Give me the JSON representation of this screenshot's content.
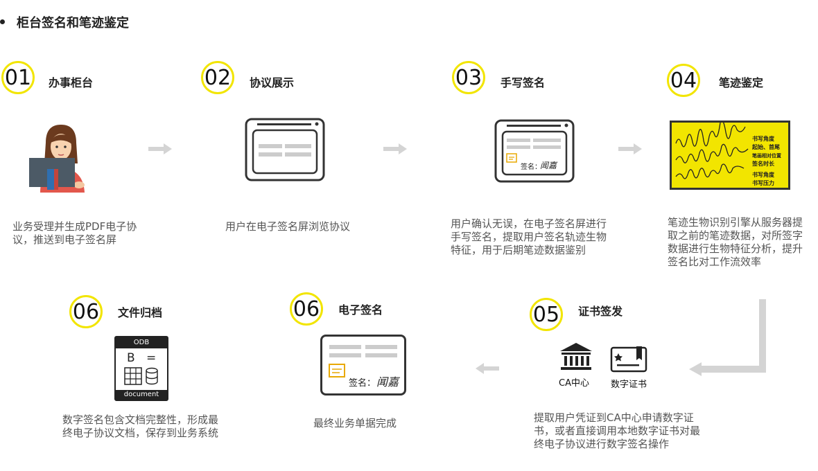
{
  "page_title": "柜台签名和笔迹鉴定",
  "steps": [
    {
      "num": "01",
      "title": "办事柜台",
      "desc": "业务受理并生成PDF电子协\n议，推送到电子签名屏"
    },
    {
      "num": "02",
      "title": "协议展示",
      "desc": "用户在电子签名屏浏览协议"
    },
    {
      "num": "03",
      "title": "手写签名",
      "desc": "用户确认无误，在电子签名屏进行\n手写签名，提取用户签名轨迹生物\n特征，用于后期笔迹数据鉴别"
    },
    {
      "num": "04",
      "title": "笔迹鉴定",
      "desc": "笔迹生物识别引擎从服务器提\n取之前的笔迹数据，对所签字\n数据进行生物特征分析，提升\n签名比对工作流效率"
    },
    {
      "num": "05",
      "title": "证书签发",
      "desc": "提取用户凭证到CA中心申请数字证\n书，或者直接调用本地数字证书对最\n终电子协议进行数字签名操作"
    },
    {
      "num": "06",
      "title": "电子签名",
      "desc": "最终业务单据完成"
    },
    {
      "num": "06",
      "title": "文件归档",
      "desc": "数字签名包含文档完整性，形成最\n终电子协议文档，保存到业务系统"
    }
  ],
  "signature_label": "签名：",
  "signature_text": "闻嘉",
  "handwriting_panel": {
    "labels": [
      "书写角度",
      "起始、首尾",
      "笔画相对位置",
      "签名时长",
      "书写角度",
      "书写压力"
    ]
  },
  "ca_label": "CA中心",
  "cert_label": "数字证书",
  "document_icon": {
    "top": "ODB",
    "bottom": "document",
    "letter": "B",
    "sign": "="
  },
  "colors": {
    "accent": "#f2e500",
    "arrow": "#d4d4d4",
    "dark": "#333333"
  }
}
